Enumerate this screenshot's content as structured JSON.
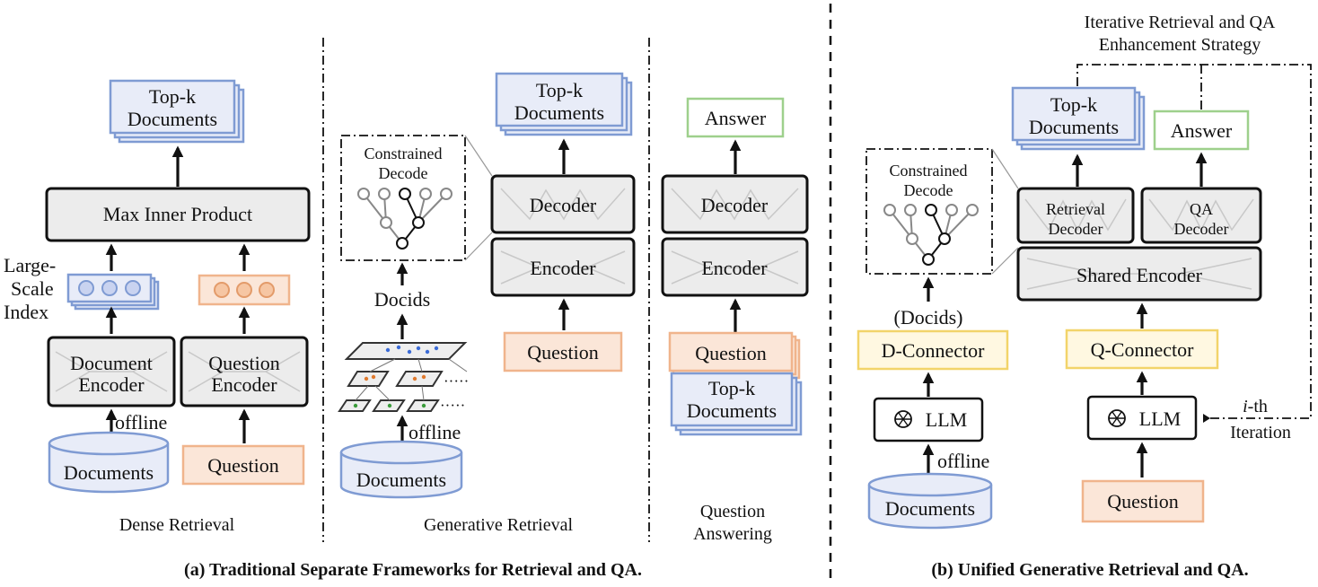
{
  "panel_a": {
    "caption": "(a) Traditional Separate Frameworks for Retrieval and QA.",
    "dense": {
      "label": "Dense Retrieval",
      "topk": [
        "Top-k",
        "Documents"
      ],
      "max_inner": "Max Inner Product",
      "index_label": [
        "Large-",
        "Scale",
        "Index"
      ],
      "doc_encoder": [
        "Document",
        "Encoder"
      ],
      "q_encoder": [
        "Question",
        "Encoder"
      ],
      "offline": "offline",
      "documents": "Documents",
      "question": "Question"
    },
    "generative": {
      "label": "Generative Retrieval",
      "topk": [
        "Top-k",
        "Documents"
      ],
      "constrained": [
        "Constrained",
        "Decode"
      ],
      "decoder": "Decoder",
      "encoder": "Encoder",
      "docids": "Docids",
      "offline": "offline",
      "documents": "Documents",
      "question": "Question",
      "ellipsis": "·····"
    },
    "qa": {
      "label": [
        "Question",
        "Answering"
      ],
      "answer": "Answer",
      "decoder": "Decoder",
      "encoder": "Encoder",
      "question": "Question",
      "topk": [
        "Top-k",
        "Documents"
      ]
    }
  },
  "panel_b": {
    "caption": "(b) Unified Generative Retrieval and QA.",
    "strategy": [
      "Iterative Retrieval and QA",
      "Enhancement Strategy"
    ],
    "topk": [
      "Top-k",
      "Documents"
    ],
    "answer": "Answer",
    "retrieval_decoder": [
      "Retrieval",
      "Decoder"
    ],
    "qa_decoder": [
      "QA",
      "Decoder"
    ],
    "shared_encoder": "Shared Encoder",
    "constrained": [
      "Constrained",
      "Decode"
    ],
    "docids": "(Docids)",
    "d_connector": "D-Connector",
    "q_connector": "Q-Connector",
    "llm": "LLM",
    "offline": "offline",
    "documents": "Documents",
    "question": "Question",
    "iteration_i": "i",
    "iteration_th": "-th",
    "iteration": "Iteration"
  },
  "colors": {
    "blue_border": "#7f9bd3",
    "blue_fill": "#e8ecf8",
    "orange_border": "#f0b48c",
    "orange_fill": "#fbe6d8",
    "green_border": "#9ed08c",
    "yellow_border": "#f2d46a",
    "yellow_fill": "#fff8e1",
    "dark_fill": "#ececec"
  }
}
